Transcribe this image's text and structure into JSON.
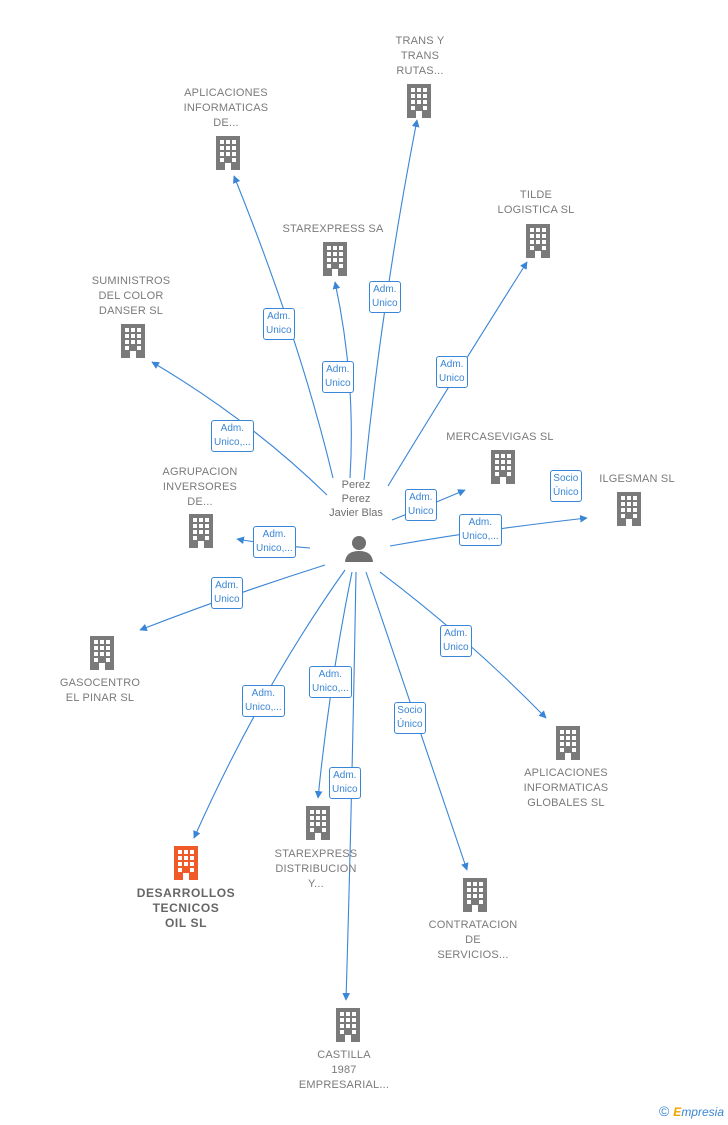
{
  "colors": {
    "edge": "#3a86d6",
    "company": "#7a7a7a",
    "highlight": "#f05a28",
    "person": "#6f6f6f"
  },
  "center": {
    "name": "Perez\nPerez\nJavier Blas",
    "icon": "person-icon"
  },
  "companies": [
    {
      "id": "trans-y-trans",
      "label": "TRANS Y\nTRANS\nRUTAS...",
      "icon": "building-icon",
      "highlight": false
    },
    {
      "id": "aplicaciones-informaticas-de",
      "label": "APLICACIONES\nINFORMATICAS\nDE...",
      "icon": "building-icon",
      "highlight": false
    },
    {
      "id": "tilde-logistica",
      "label": "TILDE\nLOGISTICA SL",
      "icon": "building-icon",
      "highlight": false
    },
    {
      "id": "starexpress-sa",
      "label": "STAREXPRESS SA",
      "icon": "building-icon",
      "highlight": false
    },
    {
      "id": "suministros-del-color",
      "label": "SUMINISTROS\nDEL COLOR\nDANSER SL",
      "icon": "building-icon",
      "highlight": false
    },
    {
      "id": "mercasevigas",
      "label": "MERCASEVIGAS SL",
      "icon": "building-icon",
      "highlight": false
    },
    {
      "id": "agrupacion-inversores",
      "label": "AGRUPACION\nINVERSORES\nDE...",
      "icon": "building-icon",
      "highlight": false
    },
    {
      "id": "ilgesman",
      "label": "ILGESMAN SL",
      "icon": "building-icon",
      "highlight": false
    },
    {
      "id": "gasocentro",
      "label": "GASOCENTRO\nEL PINAR SL",
      "icon": "building-icon",
      "highlight": false
    },
    {
      "id": "aplicaciones-globales",
      "label": "APLICACIONES\nINFORMATICAS\nGLOBALES  SL",
      "icon": "building-icon",
      "highlight": false
    },
    {
      "id": "starexpress-distribucion",
      "label": "STAREXPRESS\nDISTRIBUCION\nY...",
      "icon": "building-icon",
      "highlight": false
    },
    {
      "id": "desarrollos-tecnicos",
      "label": "DESARROLLOS\nTECNICOS\nOIL  SL",
      "icon": "building-icon",
      "highlight": true
    },
    {
      "id": "contratacion-servicios",
      "label": "CONTRATACION\nDE\nSERVICIOS...",
      "icon": "building-icon",
      "highlight": false
    },
    {
      "id": "castilla-1987",
      "label": "CASTILLA\n1987\nEMPRESARIAL...",
      "icon": "building-icon",
      "highlight": false
    }
  ],
  "relations": [
    {
      "to": "trans-y-trans",
      "label": "Adm.\nUnico"
    },
    {
      "to": "aplicaciones-informaticas-de",
      "label": "Adm.\nUnico"
    },
    {
      "to": "starexpress-sa",
      "label": "Adm.\nUnico"
    },
    {
      "to": "tilde-logistica",
      "label": "Adm.\nUnico"
    },
    {
      "to": "suministros-del-color",
      "label": "Adm.\nUnico,..."
    },
    {
      "to": "mercasevigas",
      "label": "Adm.\nUnico"
    },
    {
      "to": "ilgesman",
      "label": "Socio\nÚnico"
    },
    {
      "to": "ilgesman",
      "label": "Adm.\nUnico,..."
    },
    {
      "to": "agrupacion-inversores",
      "label": "Adm.\nUnico,..."
    },
    {
      "to": "gasocentro",
      "label": "Adm.\nUnico"
    },
    {
      "to": "aplicaciones-globales",
      "label": "Adm.\nUnico"
    },
    {
      "to": "desarrollos-tecnicos",
      "label": "Adm.\nUnico,..."
    },
    {
      "to": "starexpress-distribucion",
      "label": "Adm.\nUnico,..."
    },
    {
      "to": "castilla-1987",
      "label": "Adm.\nUnico"
    },
    {
      "to": "contratacion-servicios",
      "label": "Socio\nÚnico"
    }
  ],
  "footer": {
    "copyright": "©",
    "brand_first": "E",
    "brand_rest": "mpresia"
  }
}
